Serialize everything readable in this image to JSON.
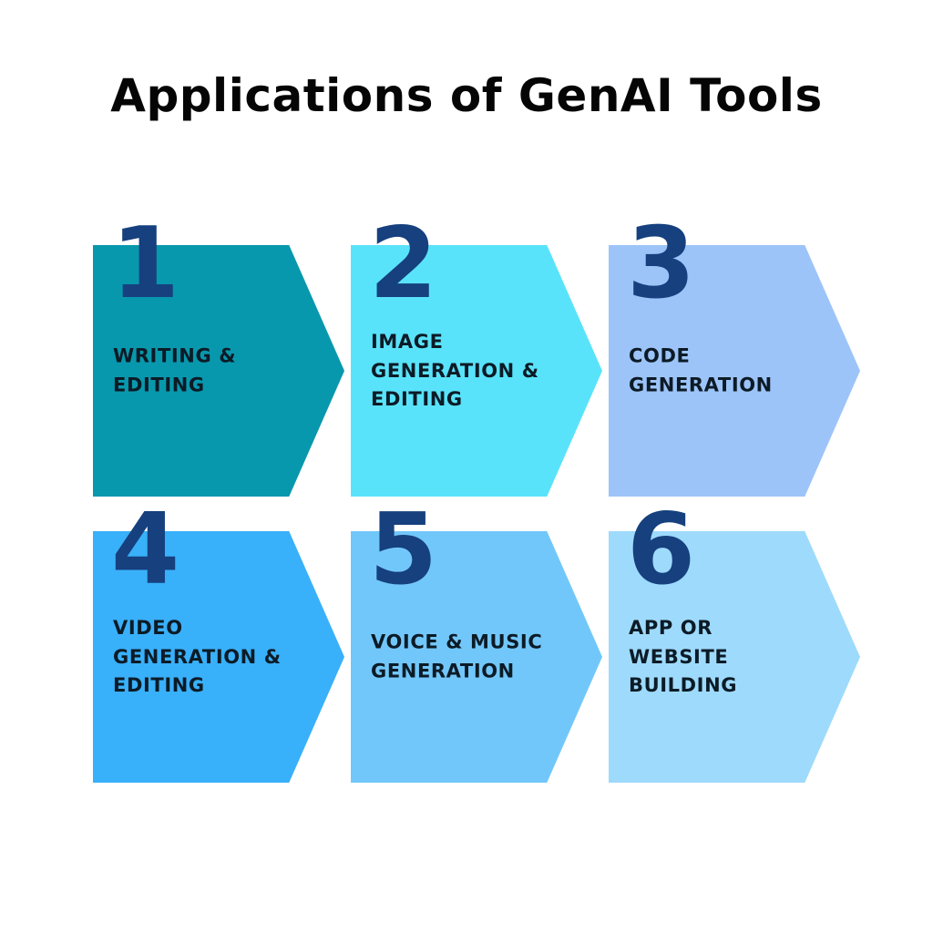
{
  "title": "Applications of GenAI Tools",
  "colors": {
    "background": "#ffffff",
    "title": "#050505",
    "number": "#16407e",
    "label": "#0c1b26"
  },
  "items": [
    {
      "number": "1",
      "color": "#0898ad",
      "label": "WRITING & EDITING",
      "lines": [
        "WRITING &",
        "EDITING"
      ]
    },
    {
      "number": "2",
      "color": "#59e3fa",
      "label": "IMAGE GENERATION & EDITING",
      "lines": [
        "IMAGE",
        "GENERATION &",
        "EDITING"
      ]
    },
    {
      "number": "3",
      "color": "#9dc4f8",
      "label": "CODE GENERATION",
      "lines": [
        "CODE",
        "GENERATION"
      ]
    },
    {
      "number": "4",
      "color": "#39b0fa",
      "label": "VIDEO GENERATION & EDITING",
      "lines": [
        "VIDEO",
        "GENERATION &",
        "EDITING"
      ]
    },
    {
      "number": "5",
      "color": "#72c7fa",
      "label": "VOICE & MUSIC GENERATION",
      "lines": [
        "VOICE & MUSIC",
        "GENERATION"
      ]
    },
    {
      "number": "6",
      "color": "#9edafc",
      "label": "APP OR WEBSITE BUILDING",
      "lines": [
        "APP OR WEBSITE",
        "BUILDING"
      ]
    }
  ]
}
